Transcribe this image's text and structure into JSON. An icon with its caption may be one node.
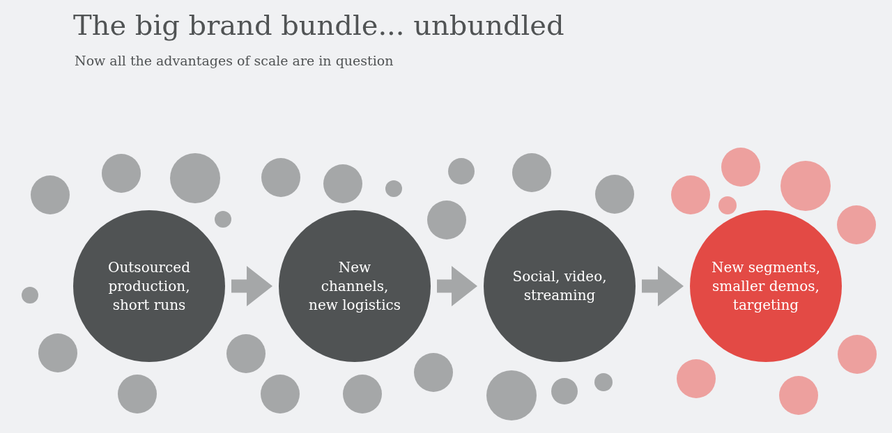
{
  "diagram": {
    "title": "The big brand bundle... unbundled",
    "nodes": [
      {
        "text": [
          "Outsourced production, short runs"
        ]
      },
      {
        "text": [
          "New channels, new logistics"
        ]
      },
      {
        "text": [
          "Social, video, streaming"
        ]
      },
      {
        "text": [
          "New segments, smaller demos, targeting"
        ]
      },
      {
        "text": [],
        "shape": "circle"
      },
      {
        "text": [],
        "shape": "circle"
      },
      {
        "text": [],
        "shape": "circle"
      },
      {
        "text": [],
        "shape": "circle"
      },
      {
        "text": [],
        "shape": "circle"
      },
      {
        "text": [],
        "shape": "circle"
      },
      {
        "text": [],
        "shape": "circle"
      },
      {
        "text": [],
        "shape": "circle"
      },
      {
        "text": [],
        "shape": "circle"
      },
      {
        "text": [],
        "shape": "circle"
      },
      {
        "text": [],
        "shape": "circle"
      },
      {
        "text": [],
        "shape": "circle"
      },
      {
        "text": [],
        "shape": "circle"
      },
      {
        "text": [],
        "shape": "circle"
      },
      {
        "text": [],
        "shape": "circle"
      },
      {
        "text": [],
        "shape": "circle"
      },
      {
        "text": [],
        "shape": "circle"
      },
      {
        "text": [],
        "shape": "circle"
      },
      {
        "text": [],
        "shape": "circle"
      },
      {
        "text": [],
        "shape": "circle"
      },
      {
        "text": [],
        "shape": "circle"
      },
      {
        "text": [],
        "shape": "circle"
      },
      {
        "text": [],
        "shape": "circle"
      },
      {
        "text": [],
        "shape": "circle"
      },
      {
        "text": [],
        "shape": "circle"
      },
      {
        "text": [],
        "shape": "circle"
      },
      {
        "text": [],
        "shape": "circle"
      },
      {
        "text": [],
        "shape": "circle"
      },
      {
        "text": [],
        "shape": "circle"
      }
    ],
    "edges": [
      {
        "from": 0,
        "to": 1,
        "arrow": "to"
      },
      {
        "from": 1,
        "to": 2,
        "arrow": "to"
      },
      {
        "from": 2,
        "to": 3,
        "arrow": "to"
      }
    ],
    "labels": [
      "Now all the advantages of scale are in question"
    ]
  }
}
